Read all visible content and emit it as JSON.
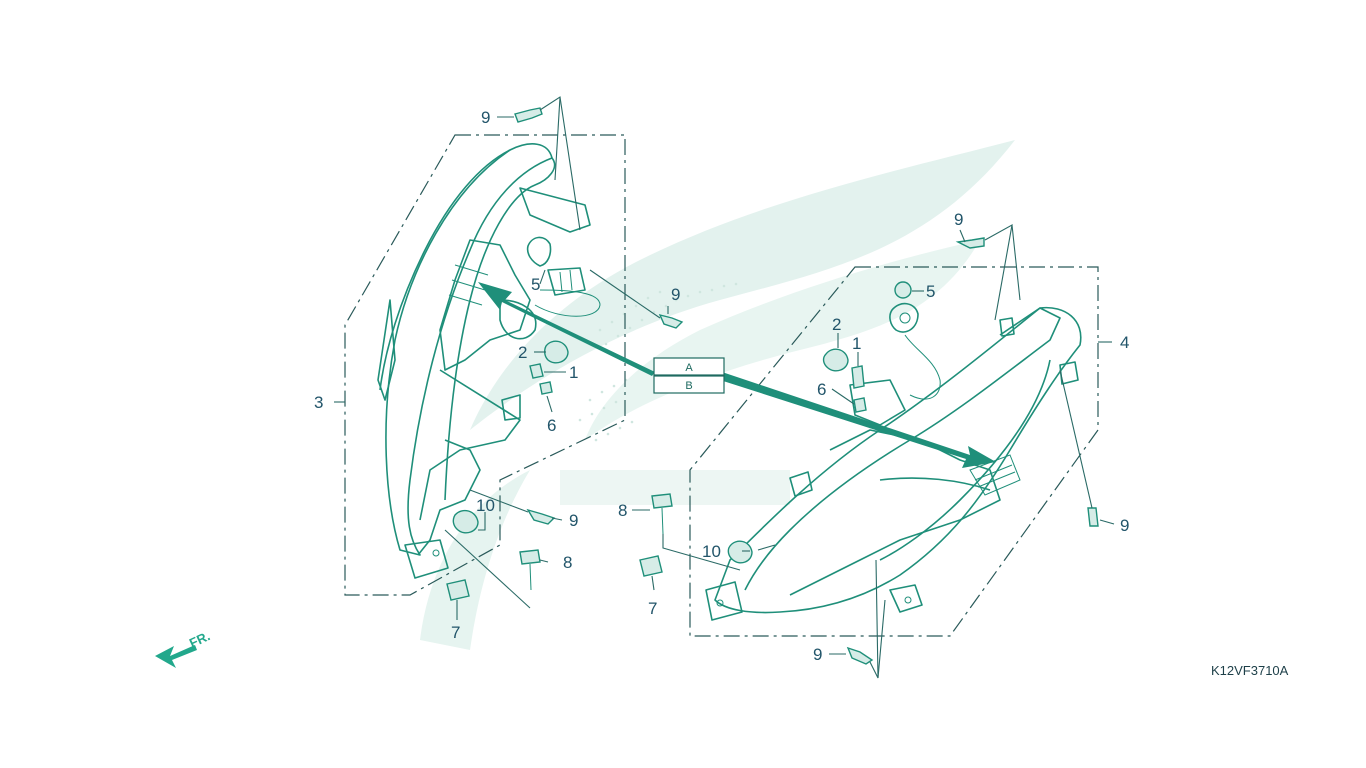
{
  "diagram": {
    "title": "",
    "drawing_code": "K12VF3710A",
    "front_arrow_label": "FR.",
    "callout_boxes": [
      "A",
      "B"
    ],
    "part_labels": {
      "p1": "1",
      "p2": "2",
      "p3": "3",
      "p4": "4",
      "p5": "5",
      "p6": "6",
      "p7": "7",
      "p8": "8",
      "p9": "9",
      "p10": "10"
    },
    "colors": {
      "line": "#1f8f7a",
      "label": "#22556a",
      "watermark": "#dcefe9",
      "arrow": "#22a88c"
    }
  }
}
